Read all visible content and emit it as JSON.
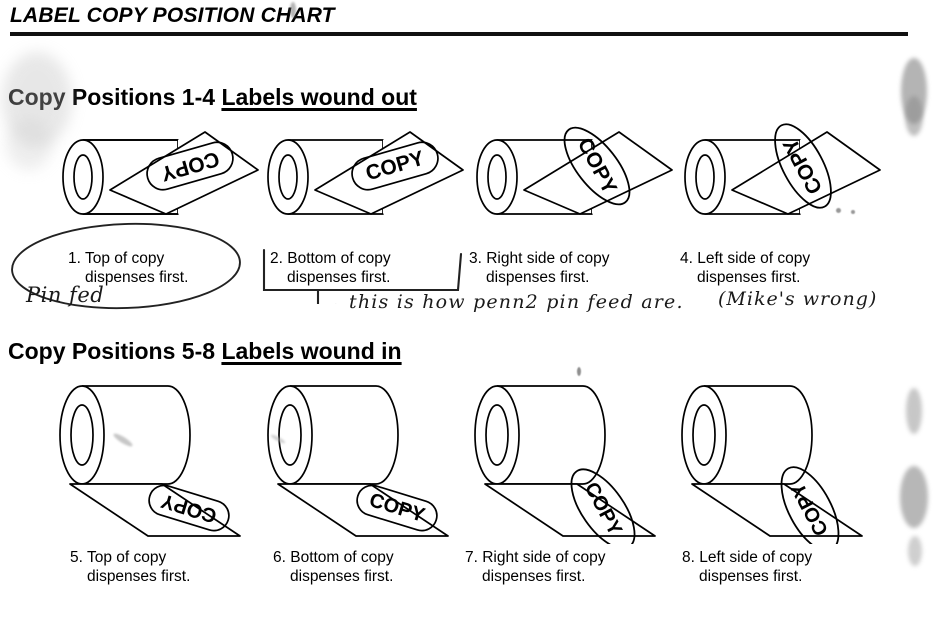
{
  "document": {
    "title": "LABEL COPY POSITION CHART"
  },
  "sections": [
    {
      "id": "positions-1-4",
      "heading_main": "Copy Positions 1-4",
      "heading_emphasis": "Labels wound out",
      "winding": "out",
      "diagrams": [
        {
          "number": "1.",
          "caption_line1": "1. Top of copy",
          "caption_line2": "dispenses first.",
          "label_text": "COPY",
          "label_shape": "rounded-rect",
          "copy_rotation_deg": 180,
          "flap_direction": "up-right"
        },
        {
          "number": "2.",
          "caption_line1": "2. Bottom of copy",
          "caption_line2": "dispenses first.",
          "label_text": "COPY",
          "label_shape": "rounded-rect",
          "copy_rotation_deg": 0,
          "flap_direction": "up-right"
        },
        {
          "number": "3.",
          "caption_line1": "3. Right side of copy",
          "caption_line2": "dispenses first.",
          "label_text": "COPY",
          "label_shape": "ellipse",
          "copy_rotation_deg": 62,
          "flap_direction": "up-right"
        },
        {
          "number": "4.",
          "caption_line1": "4. Left side of copy",
          "caption_line2": "dispenses first.",
          "label_text": "COPY",
          "label_shape": "ellipse",
          "copy_rotation_deg": -62,
          "flap_direction": "up-right"
        }
      ]
    },
    {
      "id": "positions-5-8",
      "heading_main": "Copy Positions 5-8",
      "heading_emphasis": "Labels wound in",
      "winding": "in",
      "diagrams": [
        {
          "number": "5.",
          "caption_line1": "5. Top of copy",
          "caption_line2": "dispenses first.",
          "label_text": "COPY",
          "label_shape": "rounded-rect",
          "copy_rotation_deg": 180,
          "flap_direction": "down-right"
        },
        {
          "number": "6.",
          "caption_line1": "6. Bottom of copy",
          "caption_line2": "dispenses first.",
          "label_text": "COPY",
          "label_shape": "rounded-rect",
          "copy_rotation_deg": 0,
          "flap_direction": "down-right"
        },
        {
          "number": "7.",
          "caption_line1": "7. Right side of copy",
          "caption_line2": "dispenses first.",
          "label_text": "COPY",
          "label_shape": "ellipse",
          "copy_rotation_deg": 62,
          "flap_direction": "down-right"
        },
        {
          "number": "8.",
          "caption_line1": "8. Left side of copy",
          "caption_line2": "dispenses first.",
          "label_text": "COPY",
          "label_shape": "ellipse",
          "copy_rotation_deg": -62,
          "flap_direction": "down-right"
        }
      ]
    }
  ],
  "annotations": {
    "circled_note": "Pin fed",
    "margin_note": "this is how penn2 pin feed are.",
    "margin_note_paren": "(Mike's wrong)"
  },
  "colors": {
    "ink": "#000000",
    "paper": "#ffffff",
    "handwriting": "#1a1a1a",
    "scan_smudge": "#8a8a8a"
  }
}
